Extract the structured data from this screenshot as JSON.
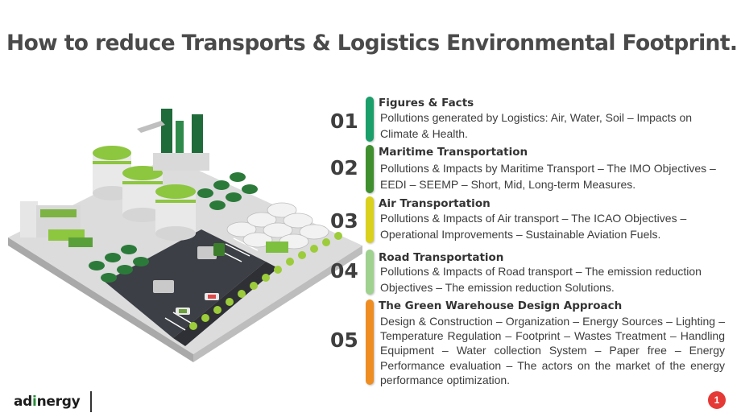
{
  "title": "How to reduce Transports & Logistics Environmental Footprint.",
  "colors": {
    "bar_01": "#1a9e6a",
    "bar_02": "#3f8f2e",
    "bar_03": "#d9d11c",
    "bar_04": "#9fd18f",
    "bar_05": "#ee8e22",
    "page_badge": "#e53935"
  },
  "items": [
    {
      "number": "01",
      "heading": "Figures & Facts",
      "description": "Pollutions generated by Logistics: Air, Water, Soil – Impacts on Climate & Health."
    },
    {
      "number": "02",
      "heading": "Maritime Transportation",
      "description": "Pollutions & Impacts by Maritime Transport – The IMO Objectives – EEDI – SEEMP – Short, Mid, Long-term Measures."
    },
    {
      "number": "03",
      "heading": "Air Transportation",
      "description": "Pollutions & Impacts of Air transport – The ICAO Objectives – Operational Improvements – Sustainable Aviation Fuels."
    },
    {
      "number": "04",
      "heading": "Road Transportation",
      "description": "Pollutions & Impacts of Road transport – The emission reduction Objectives – The emission reduction Solutions."
    },
    {
      "number": "05",
      "heading": "The Green Warehouse Design Approach",
      "description": "Design & Construction – Organization – Energy Sources – Lighting – Temperature Regulation – Footprint – Wastes Treatment – Handling Equipment – Water collection System – Paper free – Energy Performance evaluation – The actors on the market of the energy performance optimization."
    }
  ],
  "footer": {
    "logo_prefix": "ad",
    "logo_i": "i",
    "logo_suffix": "nergy",
    "page_number": "1"
  }
}
